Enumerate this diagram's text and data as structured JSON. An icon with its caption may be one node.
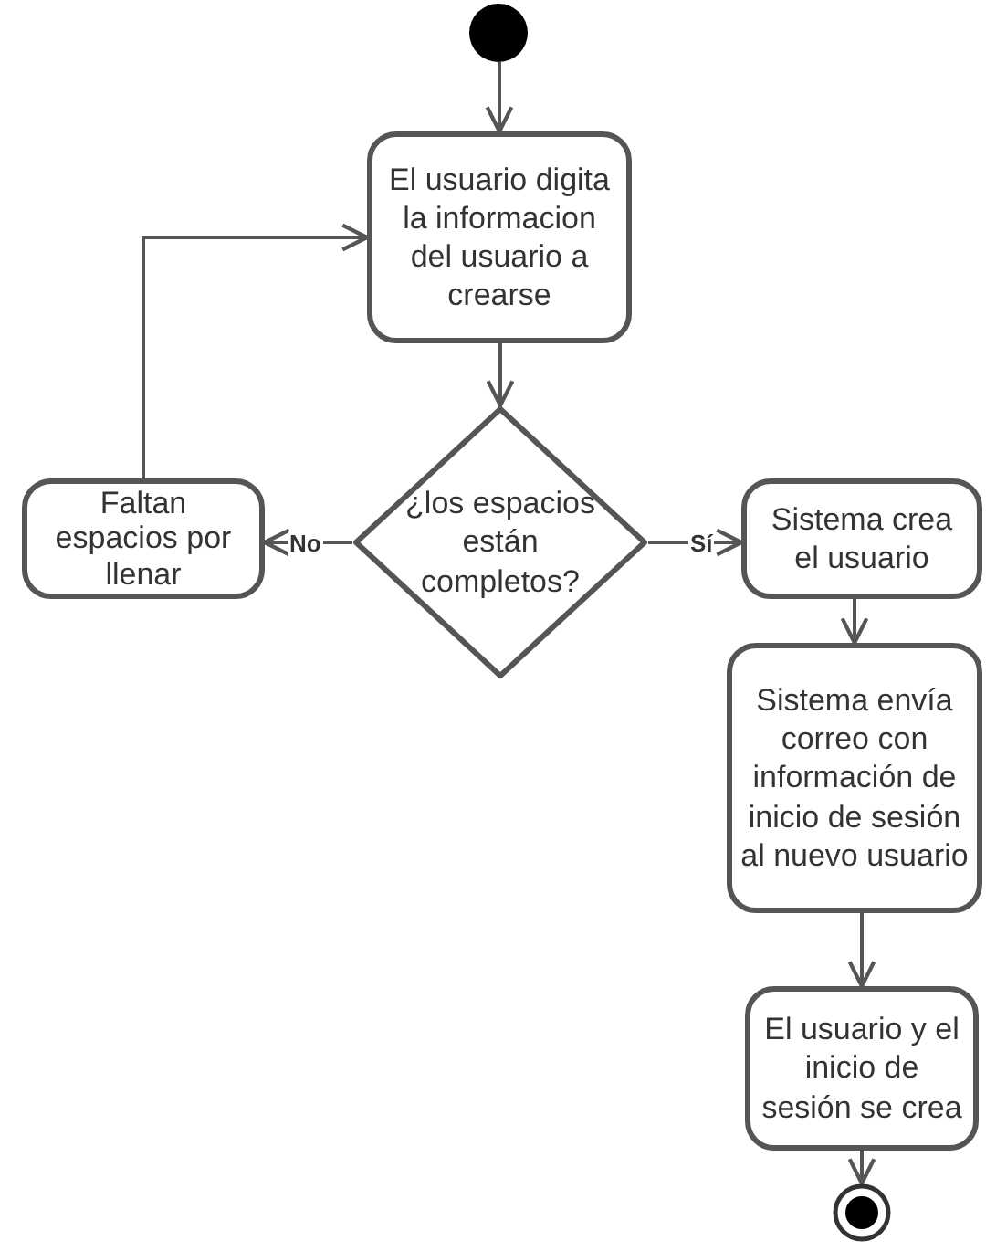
{
  "diagram": {
    "nodes": [
      {
        "text": [],
        "shape": "circle"
      },
      {
        "text": [
          "El usuario digita la informacion del usuario a crearse"
        ]
      },
      {
        "text": [
          "¿los espacios están completos?"
        ]
      },
      {
        "text": [
          "Faltan espacios por llenar"
        ]
      },
      {
        "text": [
          "Sistema crea el usuario"
        ]
      },
      {
        "text": [
          "Sistema envía correo con información de inicio de sesión al nuevo usuario"
        ]
      },
      {
        "text": [
          "El usuario y el inicio de sesión se crea"
        ]
      },
      {
        "text": [],
        "shape": "circle"
      }
    ],
    "edges": [
      {
        "from": 0,
        "to": 1,
        "arrow": "to"
      },
      {
        "from": 1,
        "to": 2,
        "arrow": "to"
      },
      {
        "from": 2,
        "to": 3,
        "label": "No",
        "arrow": "to"
      },
      {
        "from": 2,
        "to": 4,
        "label": "Sí",
        "arrow": "to"
      },
      {
        "from": 3,
        "to": 1,
        "arrow": "to"
      },
      {
        "from": 4,
        "to": 5,
        "arrow": "to"
      },
      {
        "from": 5,
        "to": 6,
        "arrow": "to"
      },
      {
        "from": 6,
        "to": 7,
        "arrow": "to"
      }
    ]
  }
}
